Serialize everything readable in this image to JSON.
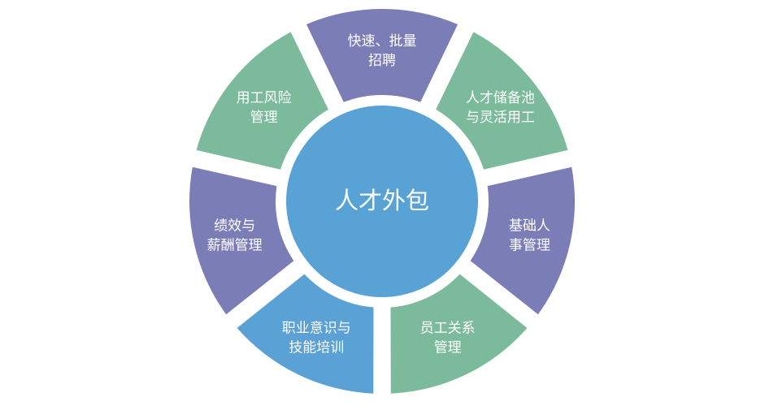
{
  "center": {
    "label": "人才外包",
    "color": "#58a2d6"
  },
  "segments": [
    {
      "lines": [
        "快速、批量",
        "招聘"
      ],
      "color": "#7b7db7"
    },
    {
      "lines": [
        "人才储备池",
        "与灵活用工"
      ],
      "color": "#7bba9b"
    },
    {
      "lines": [
        "基础人",
        "事管理"
      ],
      "color": "#7b7db7"
    },
    {
      "lines": [
        "员工关系",
        "管理"
      ],
      "color": "#7bba9b"
    },
    {
      "lines": [
        "职业意识与",
        "技能培训"
      ],
      "color": "#5aa1d6"
    },
    {
      "lines": [
        "绩效与",
        "薪酬管理"
      ],
      "color": "#7b7db7"
    },
    {
      "lines": [
        "用工风险",
        "管理"
      ],
      "color": "#7bba9b"
    }
  ]
}
